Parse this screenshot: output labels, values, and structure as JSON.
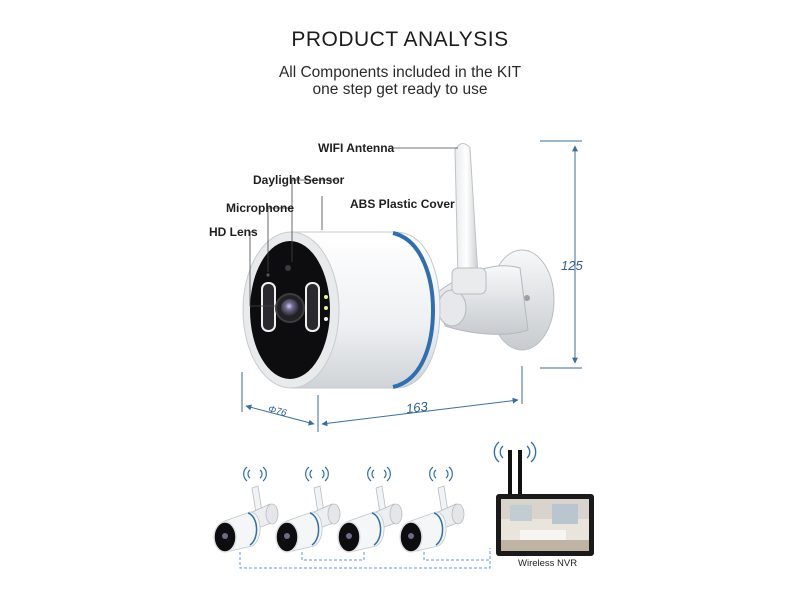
{
  "header": {
    "title": "PRODUCT ANALYSIS",
    "subtitle_line1": "All Components included in the KIT",
    "subtitle_line2": "one step get ready to use"
  },
  "callouts": {
    "wifi_antenna": "WIFI Antenna",
    "daylight_sensor": "Daylight Sensor",
    "abs_cover": "ABS Plastic Cover",
    "microphone": "Microphone",
    "hd_lens": "HD Lens"
  },
  "dimensions": {
    "height": "125",
    "length": "163",
    "diameter": "Φ76"
  },
  "kit": {
    "nvr_label": "Wireless NVR",
    "camera_count": 4
  },
  "colors": {
    "accent_blue": "#2f6fb0",
    "dimension_line": "#3b6e9e",
    "camera_body": "#f4f5f6",
    "lens_face": "#0d0d0f"
  }
}
